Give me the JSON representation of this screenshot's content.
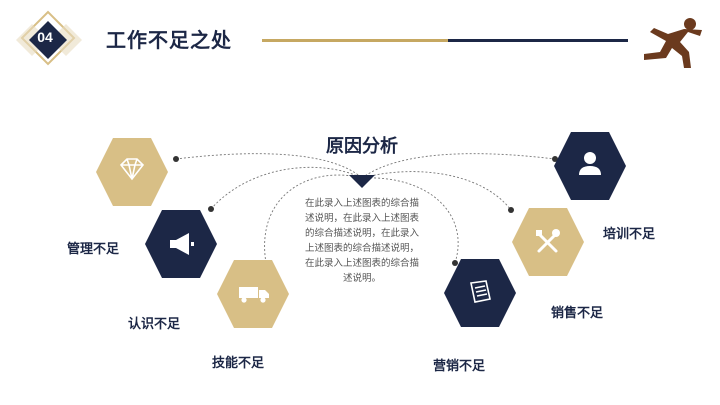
{
  "header": {
    "section_number": "04",
    "title": "工作不足之处"
  },
  "center": {
    "title": "原因分析",
    "description": "在此录入上述图表的综合描述说明，在此录入上述图表的综合描述说明，在此录入上述图表的综合描述说明，在此录入上述图表的综合描述说明。"
  },
  "items": [
    {
      "label": "管理不足",
      "icon": "diamond-icon"
    },
    {
      "label": "认识不足",
      "icon": "megaphone-icon"
    },
    {
      "label": "技能不足",
      "icon": "truck-icon"
    },
    {
      "label": "营销不足",
      "icon": "document-icon"
    },
    {
      "label": "销售不足",
      "icon": "tools-icon"
    },
    {
      "label": "培训不足",
      "icon": "person-icon"
    }
  ],
  "colors": {
    "navy": "#1c2746",
    "gold": "#d8bf86",
    "gold_line": "#c6a862"
  }
}
